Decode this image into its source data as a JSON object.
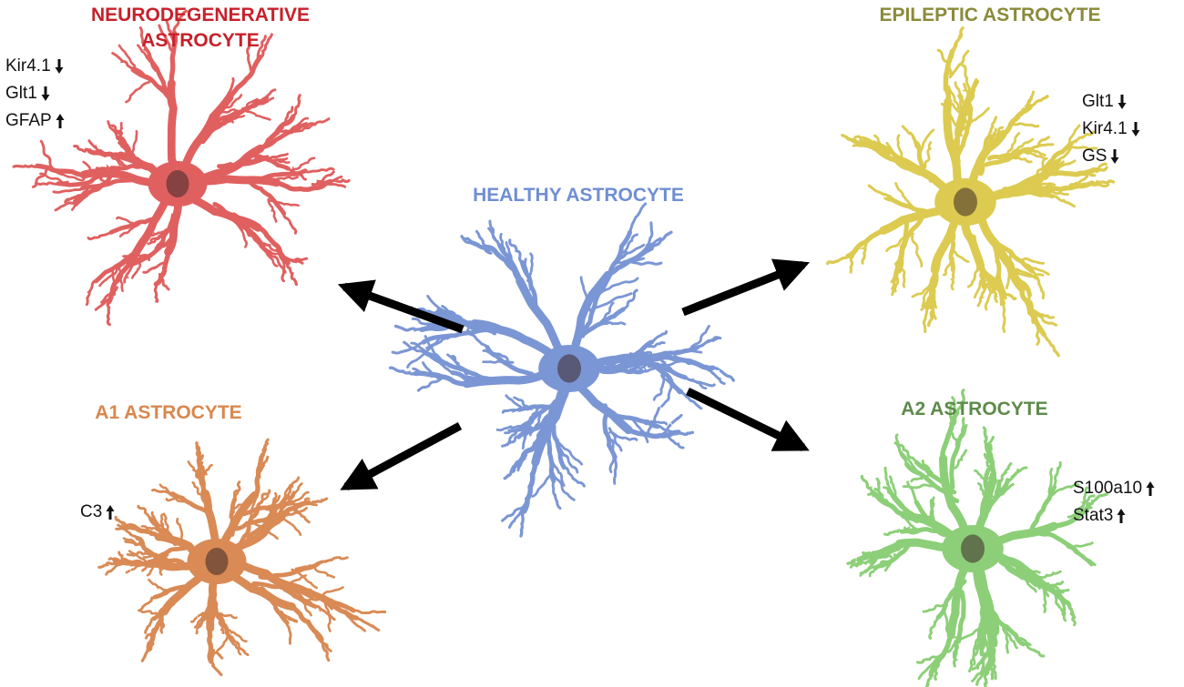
{
  "colors": {
    "neuro": "#e06060",
    "neuro_title": "#c8202a",
    "healthy": "#7b96d4",
    "healthy_title": "#6f8ed3",
    "epileptic": "#dccb50",
    "epileptic_title": "#8a8a3a",
    "a1": "#d98a55",
    "a1_title": "#d9874e",
    "a2": "#8ccf78",
    "a2_title": "#5e8a4c",
    "arrow": "#000000"
  },
  "cells": [
    {
      "id": "neuro",
      "title_lines": [
        "NEURODEGENERATIVE",
        "ASTROCYTE"
      ],
      "markers": [
        {
          "label": "Kir4.1",
          "direction": "down"
        },
        {
          "label": "Glt1",
          "direction": "down"
        },
        {
          "label": "GFAP",
          "direction": "up"
        }
      ]
    },
    {
      "id": "healthy",
      "title_lines": [
        "HEALTHY ASTROCYTE"
      ],
      "markers": []
    },
    {
      "id": "epileptic",
      "title_lines": [
        "EPILEPTIC ASTROCYTE"
      ],
      "markers": [
        {
          "label": "Glt1",
          "direction": "down"
        },
        {
          "label": "Kir4.1",
          "direction": "down"
        },
        {
          "label": "GS",
          "direction": "down"
        }
      ]
    },
    {
      "id": "a1",
      "title_lines": [
        "A1 ASTROCYTE"
      ],
      "markers": [
        {
          "label": "C3",
          "direction": "up"
        }
      ]
    },
    {
      "id": "a2",
      "title_lines": [
        "A2 ASTROCYTE"
      ],
      "markers": [
        {
          "label": "S100a10",
          "direction": "up"
        },
        {
          "label": "Stat3",
          "direction": "up"
        }
      ]
    }
  ]
}
